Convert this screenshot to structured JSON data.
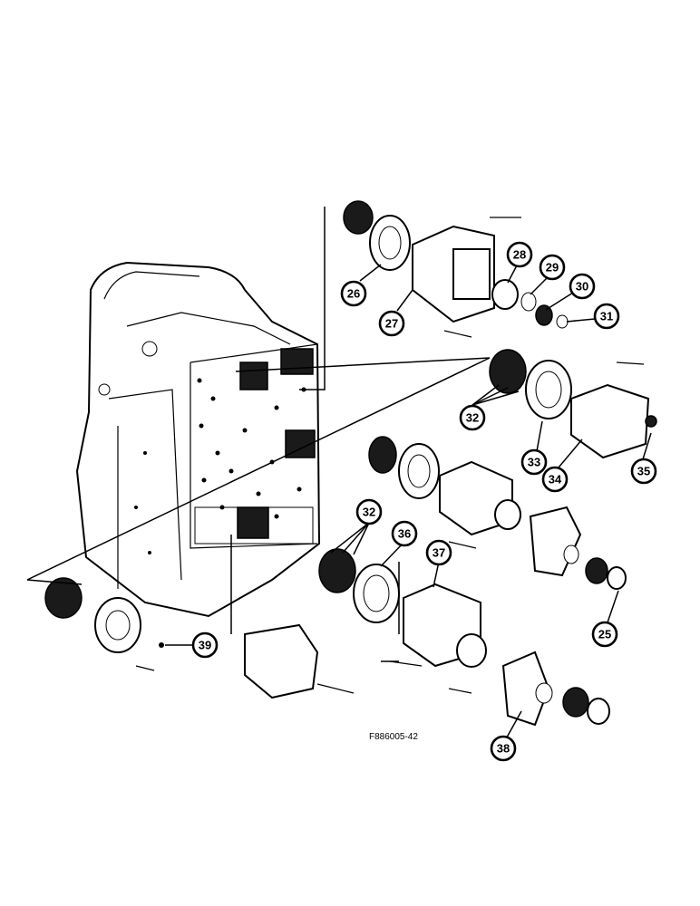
{
  "figure_id": "F886005-42",
  "callouts": [
    {
      "label": "26"
    },
    {
      "label": "27"
    },
    {
      "label": "28"
    },
    {
      "label": "29"
    },
    {
      "label": "30"
    },
    {
      "label": "31"
    },
    {
      "label": "32"
    },
    {
      "label": "33"
    },
    {
      "label": "34"
    },
    {
      "label": "35"
    },
    {
      "label": "32"
    },
    {
      "label": "36"
    },
    {
      "label": "37"
    },
    {
      "label": "25"
    },
    {
      "label": "39"
    },
    {
      "label": "38"
    }
  ]
}
